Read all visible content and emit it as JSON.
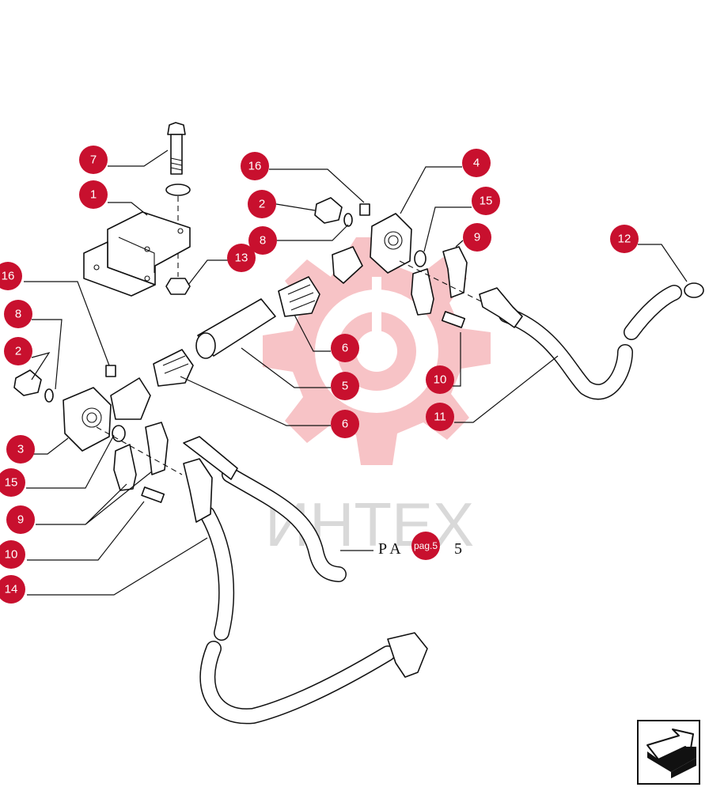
{
  "diagram": {
    "watermark_text": "ИНТЕХ",
    "page_reference": {
      "prefix": "P A",
      "badge": "pag.5",
      "suffix": "5"
    },
    "callouts": [
      {
        "id": "c7a",
        "label": "7"
      },
      {
        "id": "c1a",
        "label": "1"
      },
      {
        "id": "c16a",
        "label": "16"
      },
      {
        "id": "c2a",
        "label": "2"
      },
      {
        "id": "c8a",
        "label": "8"
      },
      {
        "id": "c4a",
        "label": "4"
      },
      {
        "id": "c15a",
        "label": "15"
      },
      {
        "id": "c9a",
        "label": "9"
      },
      {
        "id": "c12a",
        "label": "12"
      },
      {
        "id": "c13a",
        "label": "13"
      },
      {
        "id": "c16b",
        "label": "16"
      },
      {
        "id": "c8b",
        "label": "8"
      },
      {
        "id": "c2b",
        "label": "2"
      },
      {
        "id": "c6a",
        "label": "6"
      },
      {
        "id": "c5a",
        "label": "5"
      },
      {
        "id": "c10a",
        "label": "10"
      },
      {
        "id": "c11a",
        "label": "11"
      },
      {
        "id": "c6b",
        "label": "6"
      },
      {
        "id": "c3a",
        "label": "3"
      },
      {
        "id": "c15b",
        "label": "15"
      },
      {
        "id": "c9b",
        "label": "9"
      },
      {
        "id": "c10b",
        "label": "10"
      },
      {
        "id": "c14a",
        "label": "14"
      }
    ]
  },
  "navigation": {
    "icon": "return-arrow-icon"
  },
  "colors": {
    "callout": "#c8102e",
    "watermark": "#f7c3c6"
  }
}
